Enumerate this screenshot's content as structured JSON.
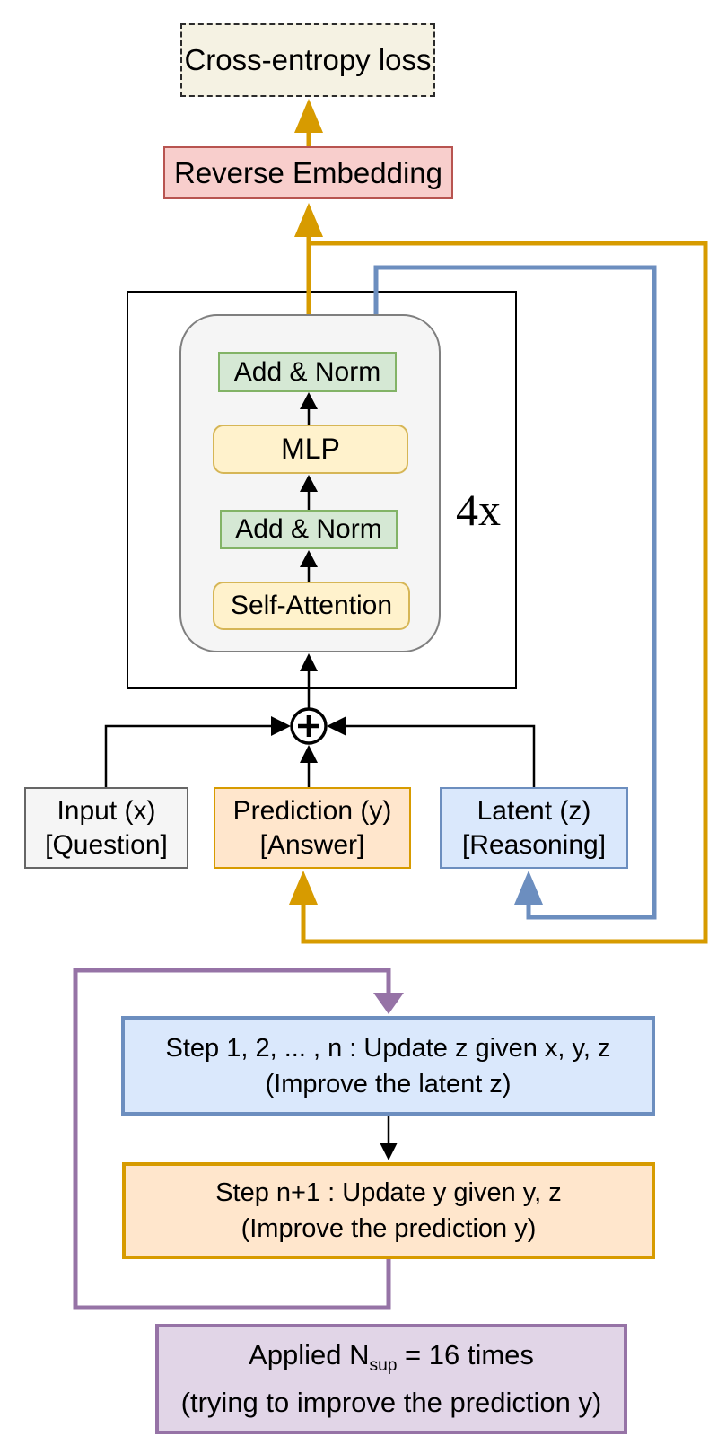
{
  "colors": {
    "gold_arrow": "#D79B00",
    "blue_arrow": "#6C8EBF",
    "purple_arrow": "#9673A6",
    "black_arrow": "#000000",
    "loss_fill": "#F5F2E3",
    "red_fill": "#F8CECC",
    "red_stroke": "#B85450",
    "green_fill": "#D5E8D4",
    "green_stroke": "#82B366",
    "yellow_fill": "#FFF2CC",
    "yellow_stroke": "#D6B656",
    "orange_fill": "#FFE6CC",
    "orange_stroke": "#D79B00",
    "blue_fill": "#DAE8FC",
    "blue_stroke": "#6C8EBF",
    "purple_fill": "#E1D5E7",
    "purple_stroke": "#9673A6",
    "gray_fill": "#F5F5F5",
    "gray_stroke": "#666666"
  },
  "boxes": {
    "loss": {
      "label": "Cross-entropy loss"
    },
    "reverse_embedding": {
      "label": "Reverse Embedding"
    },
    "transformer": {
      "repeat": "4x",
      "add_norm_top": "Add & Norm",
      "mlp": "MLP",
      "add_norm_bottom": "Add & Norm",
      "self_attention": "Self-Attention"
    },
    "sum": {
      "icon": "circled-plus"
    },
    "input": {
      "line1": "Input (x)",
      "line2": "[Question]"
    },
    "prediction": {
      "line1": "Prediction (y)",
      "line2": "[Answer]"
    },
    "latent": {
      "line1": "Latent (z)",
      "line2": "[Reasoning]"
    },
    "step_z": {
      "line1": "Step 1, 2, ... , n : Update z given x, y, z",
      "line2": "(Improve the latent z)"
    },
    "step_y": {
      "line1": "Step n+1 : Update y given y, z",
      "line2": "(Improve the prediction y)"
    },
    "applied": {
      "line1_prefix": "Applied N",
      "line1_sub": "sup",
      "line1_suffix": " = 16 times",
      "line2": "(trying to improve the prediction y)"
    }
  }
}
